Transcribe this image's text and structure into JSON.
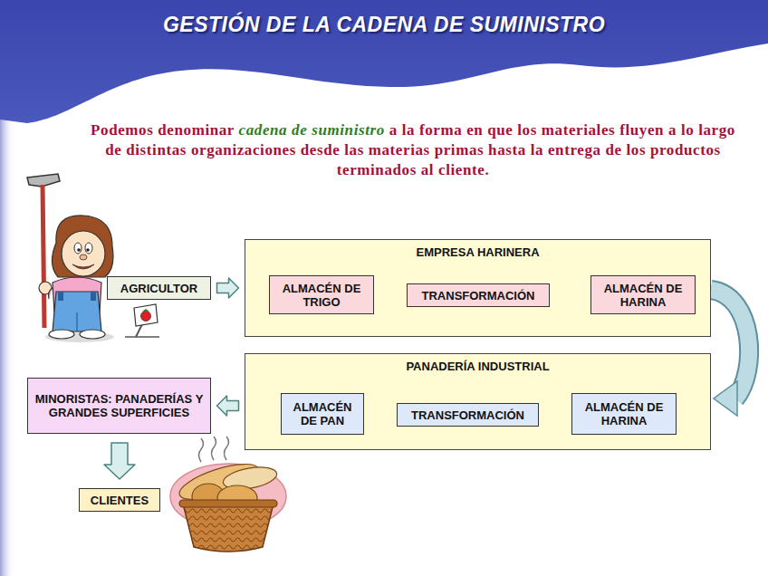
{
  "diagram": {
    "title": "GESTIÓN DE LA CADENA DE SUMINISTRO",
    "nodes": [
      {
        "text": [
          "AGRICULTOR"
        ]
      },
      {
        "text": [
          "EMPRESA HARINERA"
        ]
      },
      {
        "text": [
          "ALMACÉN DE TRIGO"
        ],
        "in": 1
      },
      {
        "text": [
          "TRANSFORMACIÓN"
        ],
        "in": 1
      },
      {
        "text": [
          "ALMACÉN DE HARINA"
        ],
        "in": 1
      },
      {
        "text": [
          "PANADERÍA INDUSTRIAL"
        ]
      },
      {
        "text": [
          "ALMACÉN DE PAN"
        ],
        "in": 5
      },
      {
        "text": [
          "TRANSFORMACIÓN"
        ],
        "in": 5
      },
      {
        "text": [
          "ALMACÉN DE HARINA"
        ],
        "in": 5
      },
      {
        "text": [
          "MINORISTAS: PANADERÍAS Y GRANDES SUPERFICIES"
        ]
      },
      {
        "text": [
          "CLIENTES"
        ]
      }
    ],
    "edges": [
      {
        "from": 0,
        "to": 1,
        "arrow": "to"
      },
      {
        "from": 2,
        "to": 3,
        "arrow": "to"
      },
      {
        "from": 3,
        "to": 4,
        "arrow": "to"
      },
      {
        "from": 1,
        "to": 5,
        "arrow": "to"
      },
      {
        "from": 8,
        "to": 7,
        "arrow": "to"
      },
      {
        "from": 7,
        "to": 6,
        "arrow": "to"
      },
      {
        "from": 5,
        "to": 9,
        "arrow": "to"
      },
      {
        "from": 9,
        "to": 10,
        "arrow": "to"
      }
    ],
    "labels": [
      "Podemos denominar",
      "cadena de suministro",
      "a la forma en que los materiales fluyen a lo largo de distintas organizaciones desde las materias primas hasta la entrega de los productos terminados al cliente."
    ]
  }
}
